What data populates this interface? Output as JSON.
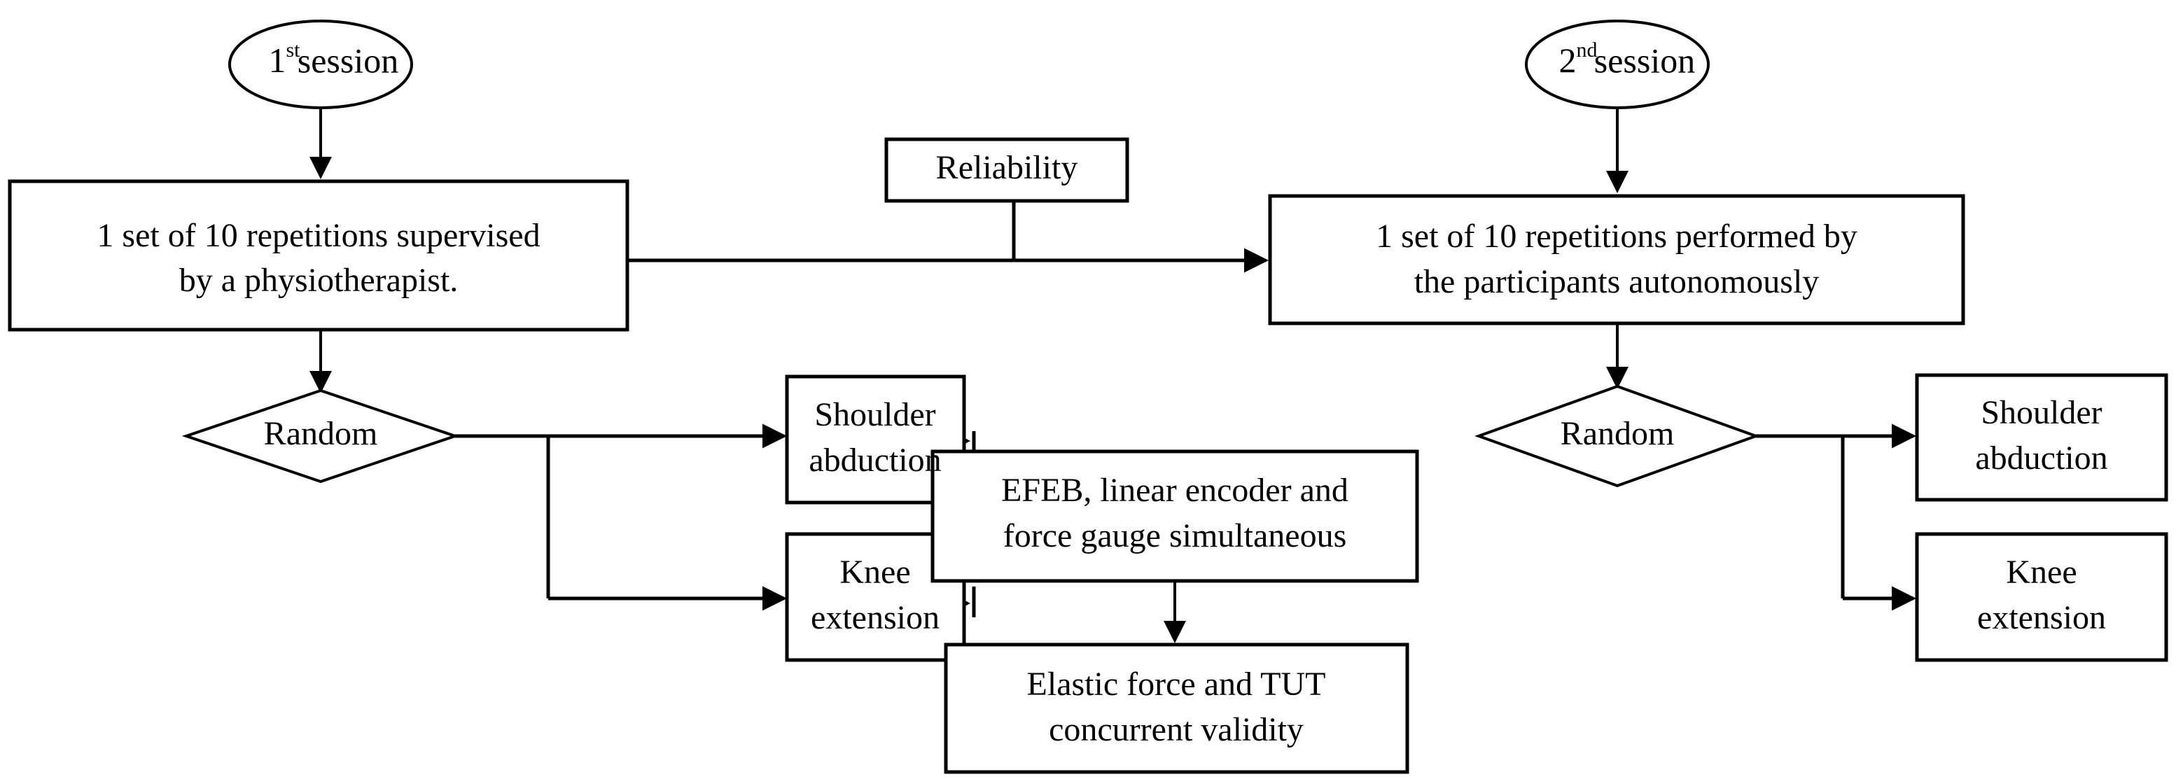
{
  "diagram": {
    "title": "Study protocol flowchart",
    "background_color": "#ffffff",
    "line_color": "#000000",
    "nodes": {
      "session1": {
        "shape": "ellipse",
        "text_main": "session",
        "text_prefix": "1",
        "text_sup": "st",
        "label": "1st session"
      },
      "session2": {
        "shape": "ellipse",
        "text_main": "session",
        "text_prefix": "2",
        "text_sup": "nd",
        "label": "2nd session"
      },
      "left_protocol": {
        "shape": "rectangle",
        "line1": "1 set of 10 repetitions supervised",
        "line2": "by a physiotherapist."
      },
      "right_protocol": {
        "shape": "rectangle",
        "line1": "1 set of 10 repetitions performed by",
        "line2": "the participants autonomously"
      },
      "reliability": {
        "shape": "rectangle",
        "label": "Reliability"
      },
      "random_left": {
        "shape": "diamond",
        "label": "Random"
      },
      "random_right": {
        "shape": "diamond",
        "label": "Random"
      },
      "shoulder_left": {
        "shape": "rectangle",
        "line1": "Shoulder",
        "line2": "abduction"
      },
      "knee_left": {
        "shape": "rectangle",
        "line1": "Knee",
        "line2": "extension"
      },
      "shoulder_right": {
        "shape": "rectangle",
        "line1": "Shoulder",
        "line2": "abduction"
      },
      "knee_right": {
        "shape": "rectangle",
        "line1": "Knee",
        "line2": "extension"
      },
      "efeb": {
        "shape": "rectangle",
        "line1": "EFEB, linear encoder and",
        "line2": "force gauge simultaneous"
      },
      "validity": {
        "shape": "rectangle",
        "line1": "Elastic  force and TUT",
        "line2": "concurrent validity"
      }
    },
    "edges": [
      {
        "from": "session1",
        "to": "left_protocol",
        "style": "arrow-down"
      },
      {
        "from": "session2",
        "to": "right_protocol",
        "style": "arrow-down"
      },
      {
        "from": "left_protocol",
        "to": "right_protocol",
        "style": "arrow-right"
      },
      {
        "from": "reliability",
        "to": "left_right_link",
        "style": "plain-line-down"
      },
      {
        "from": "left_protocol",
        "to": "random_left",
        "style": "arrow-down"
      },
      {
        "from": "right_protocol",
        "to": "random_right",
        "style": "arrow-down"
      },
      {
        "from": "random_left",
        "to": "shoulder_left",
        "style": "arrow-right-branch"
      },
      {
        "from": "random_left",
        "to": "knee_left",
        "style": "arrow-right-branch"
      },
      {
        "from": "random_right",
        "to": "shoulder_right",
        "style": "arrow-right-branch"
      },
      {
        "from": "random_right",
        "to": "knee_right",
        "style": "arrow-right-branch"
      },
      {
        "from": "shoulder_left",
        "to": "efeb",
        "style": "arrow-right"
      },
      {
        "from": "knee_left",
        "to": "efeb",
        "style": "arrow-right"
      },
      {
        "from": "efeb",
        "to": "validity",
        "style": "arrow-down"
      }
    ]
  }
}
